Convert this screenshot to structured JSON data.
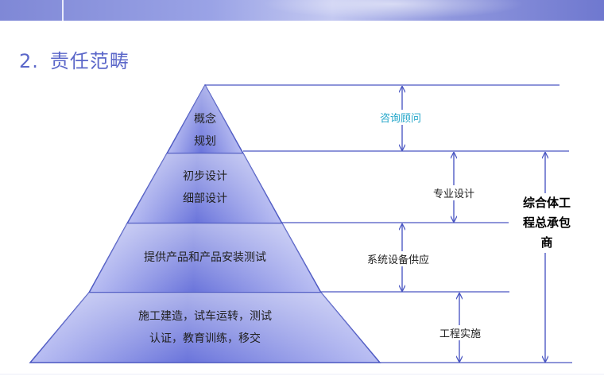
{
  "title": {
    "number": "2.",
    "text": "责任范畴"
  },
  "pyramid": {
    "levels": [
      {
        "lines": [
          "概念",
          "规划"
        ]
      },
      {
        "lines": [
          "初步设计",
          "细部设计"
        ]
      },
      {
        "lines": [
          "提供产品和产品安装测试"
        ]
      },
      {
        "lines": [
          "施工建造，试车运转，测试",
          "认证，教育训练，移交"
        ]
      }
    ]
  },
  "scopes": {
    "consulting": "咨询顾问",
    "design": "专业设计",
    "system_supply": "系统设备供应",
    "construction": "工程实施",
    "epc_lines": [
      "综合体工",
      "程总承包",
      "商"
    ]
  },
  "colors": {
    "accent_title": "#5b67c9",
    "consulting_text": "#23a6c9",
    "line_blue": "#4a56c2",
    "pyramid_fill": "#a6acee",
    "pyramid_highlight": "#5560d6"
  }
}
